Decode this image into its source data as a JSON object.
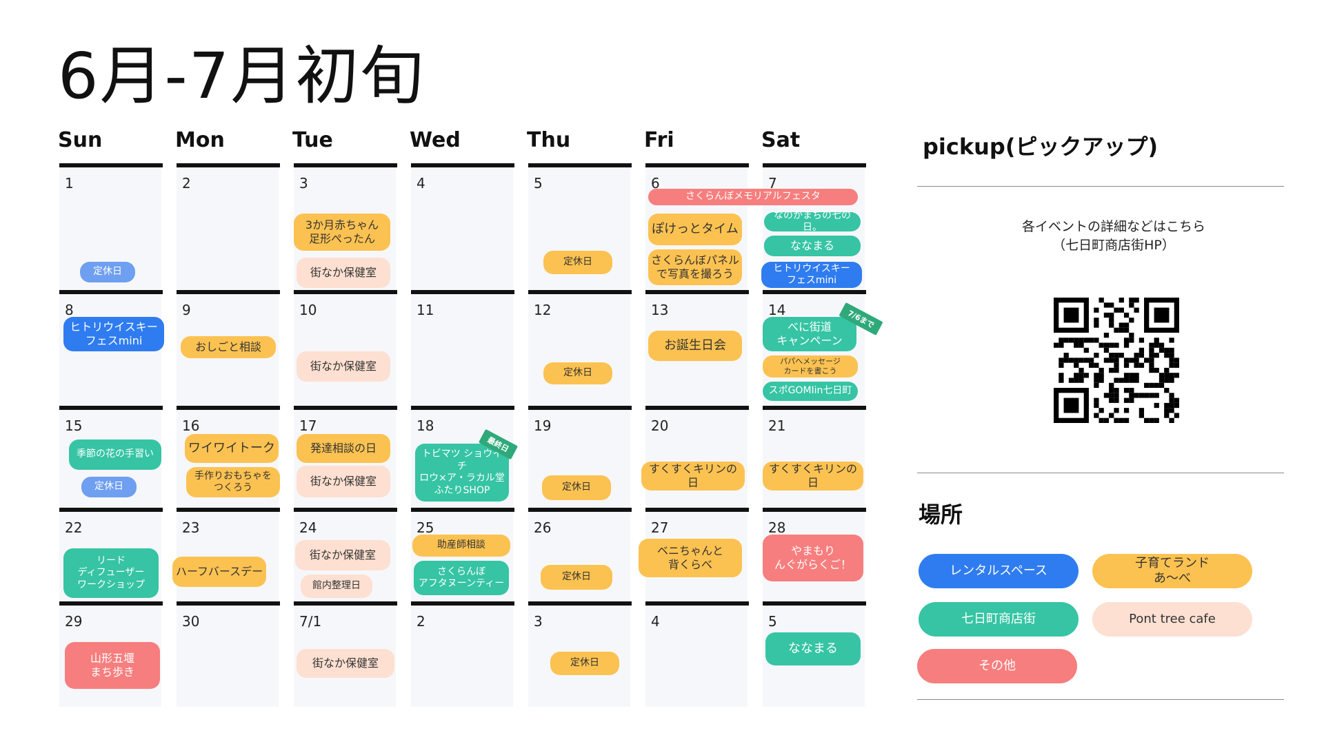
{
  "title": "6月-7月初旬",
  "colors": {
    "rental": "#2f7cf0",
    "kosodate": "#fcc251",
    "shotengai": "#36c4a4",
    "cafe": "#fde0d1",
    "other": "#f77e7e",
    "closed": "#6e9ff0"
  },
  "days": [
    "Sun",
    "Mon",
    "Tue",
    "Wed",
    "Thu",
    "Fri",
    "Sat"
  ],
  "weeks": [
    [
      "1",
      "2",
      "3",
      "4",
      "5",
      "6",
      "7"
    ],
    [
      "8",
      "9",
      "10",
      "11",
      "12",
      "13",
      "14"
    ],
    [
      "15",
      "16",
      "17",
      "18",
      "19",
      "20",
      "21"
    ],
    [
      "22",
      "23",
      "24",
      "25",
      "26",
      "27",
      "28"
    ],
    [
      "29",
      "30",
      "7/1",
      "2",
      "3",
      "4",
      "5"
    ]
  ],
  "events": [
    {
      "text": "定休日",
      "cat": "closed"
    },
    {
      "text": "3か月赤ちゃん\n足形ぺったん",
      "cat": "kosodate"
    },
    {
      "text": "街なか保健室",
      "cat": "cafe"
    },
    {
      "text": "定休日",
      "cat": "kosodate"
    },
    {
      "text": "さくらんぼメモリアルフェスタ",
      "cat": "other"
    },
    {
      "text": "ぽけっとタイム",
      "cat": "kosodate"
    },
    {
      "text": "さくらんぼパネル\nで写真を撮ろう",
      "cat": "kosodate"
    },
    {
      "text": "なのかまちの七の日。",
      "cat": "shotengai"
    },
    {
      "text": "ななまる",
      "cat": "shotengai"
    },
    {
      "text": "ヒトリウイスキー\nフェスmini",
      "cat": "rental"
    },
    {
      "text": "ヒトリウイスキー\nフェスmini",
      "cat": "rental"
    },
    {
      "text": "おしごと相談",
      "cat": "kosodate"
    },
    {
      "text": "街なか保健室",
      "cat": "cafe"
    },
    {
      "text": "定休日",
      "cat": "kosodate"
    },
    {
      "text": "お誕生日会",
      "cat": "kosodate"
    },
    {
      "text": "べに街道\nキャンペーン",
      "cat": "shotengai"
    },
    {
      "text": "パパへメッセージ\nカードを書こう",
      "cat": "kosodate"
    },
    {
      "text": "スポGOMIin七日町",
      "cat": "shotengai"
    },
    {
      "text": "季節の花の手習い",
      "cat": "shotengai"
    },
    {
      "text": "定休日",
      "cat": "closed"
    },
    {
      "text": "ワイワイトーク",
      "cat": "kosodate"
    },
    {
      "text": "手作りおもちゃを\nつくろう",
      "cat": "kosodate"
    },
    {
      "text": "発達相談の日",
      "cat": "kosodate"
    },
    {
      "text": "街なか保健室",
      "cat": "cafe"
    },
    {
      "text": "トビマツ ショウイチ\nロウ×ア・ラカル堂\nふたりSHOP",
      "cat": "shotengai"
    },
    {
      "text": "定休日",
      "cat": "kosodate"
    },
    {
      "text": "すくすくキリンの日",
      "cat": "kosodate"
    },
    {
      "text": "すくすくキリンの日",
      "cat": "kosodate"
    },
    {
      "text": "リード\nディフューザー\nワークショップ",
      "cat": "shotengai"
    },
    {
      "text": "ハーフバースデー",
      "cat": "kosodate"
    },
    {
      "text": "街なか保健室",
      "cat": "cafe"
    },
    {
      "text": "館内整理日",
      "cat": "cafe"
    },
    {
      "text": "助産師相談",
      "cat": "kosodate"
    },
    {
      "text": "さくらんぼ\nアフタヌーンティー",
      "cat": "shotengai"
    },
    {
      "text": "定休日",
      "cat": "kosodate"
    },
    {
      "text": "ベニちゃんと\n背くらべ",
      "cat": "kosodate"
    },
    {
      "text": "やまもり\nんぐがらくご！",
      "cat": "other"
    },
    {
      "text": "山形五堰\nまち歩き",
      "cat": "other"
    },
    {
      "text": "街なか保健室",
      "cat": "cafe"
    },
    {
      "text": "定休日",
      "cat": "kosodate"
    },
    {
      "text": "ななまる",
      "cat": "shotengai"
    }
  ],
  "ribbons": [
    "7/6まで",
    "最終日"
  ],
  "pickup": {
    "title": "pickup(ピックアップ)",
    "info_line1": "各イベントの詳細などはこちら",
    "info_line2": "（七日町商店街HP）"
  },
  "location": {
    "title": "場所",
    "legend": [
      {
        "label": "レンタルスペース",
        "cat": "rental"
      },
      {
        "label": "子育てランド\nあ～べ",
        "cat": "kosodate"
      },
      {
        "label": "七日町商店街",
        "cat": "shotengai"
      },
      {
        "label": "Pont tree cafe",
        "cat": "cafe"
      },
      {
        "label": "その他",
        "cat": "other"
      }
    ]
  }
}
